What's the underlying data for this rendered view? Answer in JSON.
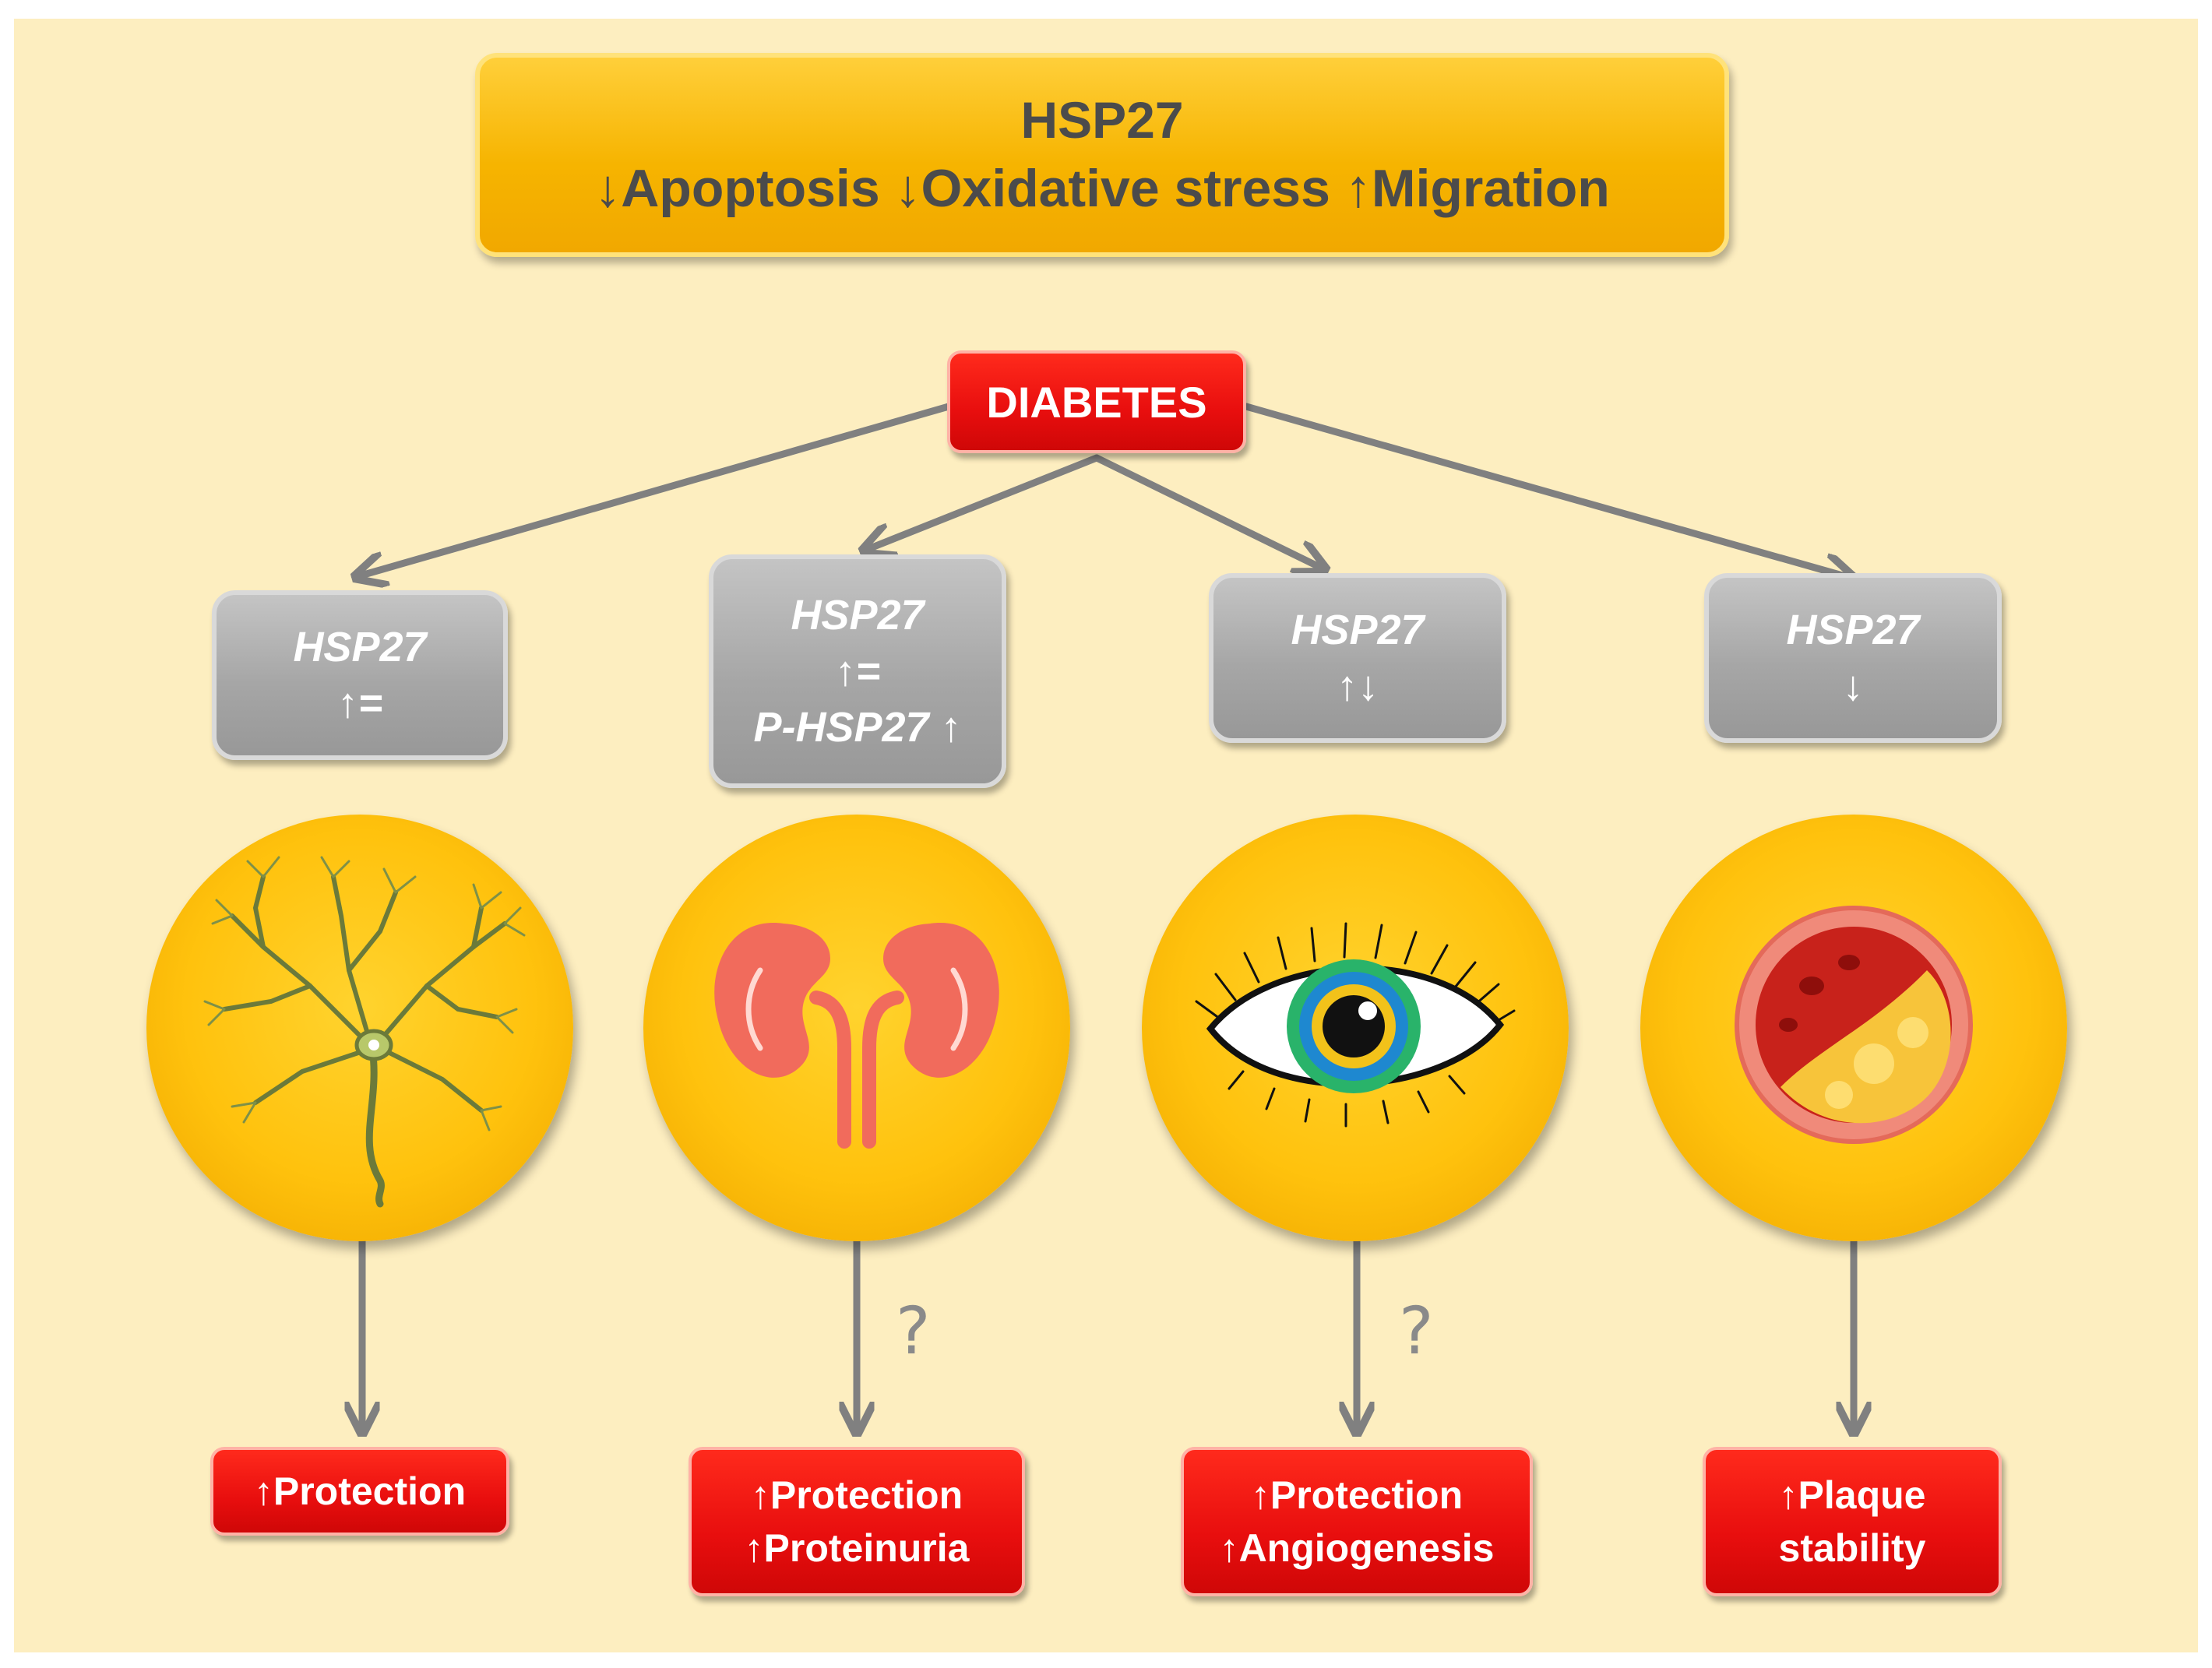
{
  "header": {
    "title": "HSP27",
    "line": "↓Apoptosis ↓Oxidative stress ↑Migration"
  },
  "diabetes_label": "DIABETES",
  "tissues": [
    {
      "name": "neuron-icon",
      "hsp_lines": [
        "HSP27",
        "↑="
      ],
      "question": "",
      "outcome_lines": [
        "↑Protection"
      ]
    },
    {
      "name": "kidney-icon",
      "hsp_lines": [
        "HSP27",
        "↑=",
        "P-HSP27 ↑"
      ],
      "question": "?",
      "outcome_lines": [
        "↑Protection",
        "↑Proteinuria"
      ]
    },
    {
      "name": "eye-icon",
      "hsp_lines": [
        "HSP27",
        "↑↓"
      ],
      "question": "?",
      "outcome_lines": [
        "↑Protection",
        "↑Angiogenesis"
      ]
    },
    {
      "name": "artery-plaque-icon",
      "hsp_lines": [
        "HSP27",
        "↓"
      ],
      "question": "",
      "outcome_lines": [
        "↑Plaque",
        "stability"
      ]
    }
  ],
  "colors": {
    "background": "#fdeec0",
    "header_gold": "#f6b400",
    "header_text": "#4b4b4b",
    "red": "#e80e0e",
    "grey": "#a6a6a6",
    "arrow": "#808080"
  }
}
